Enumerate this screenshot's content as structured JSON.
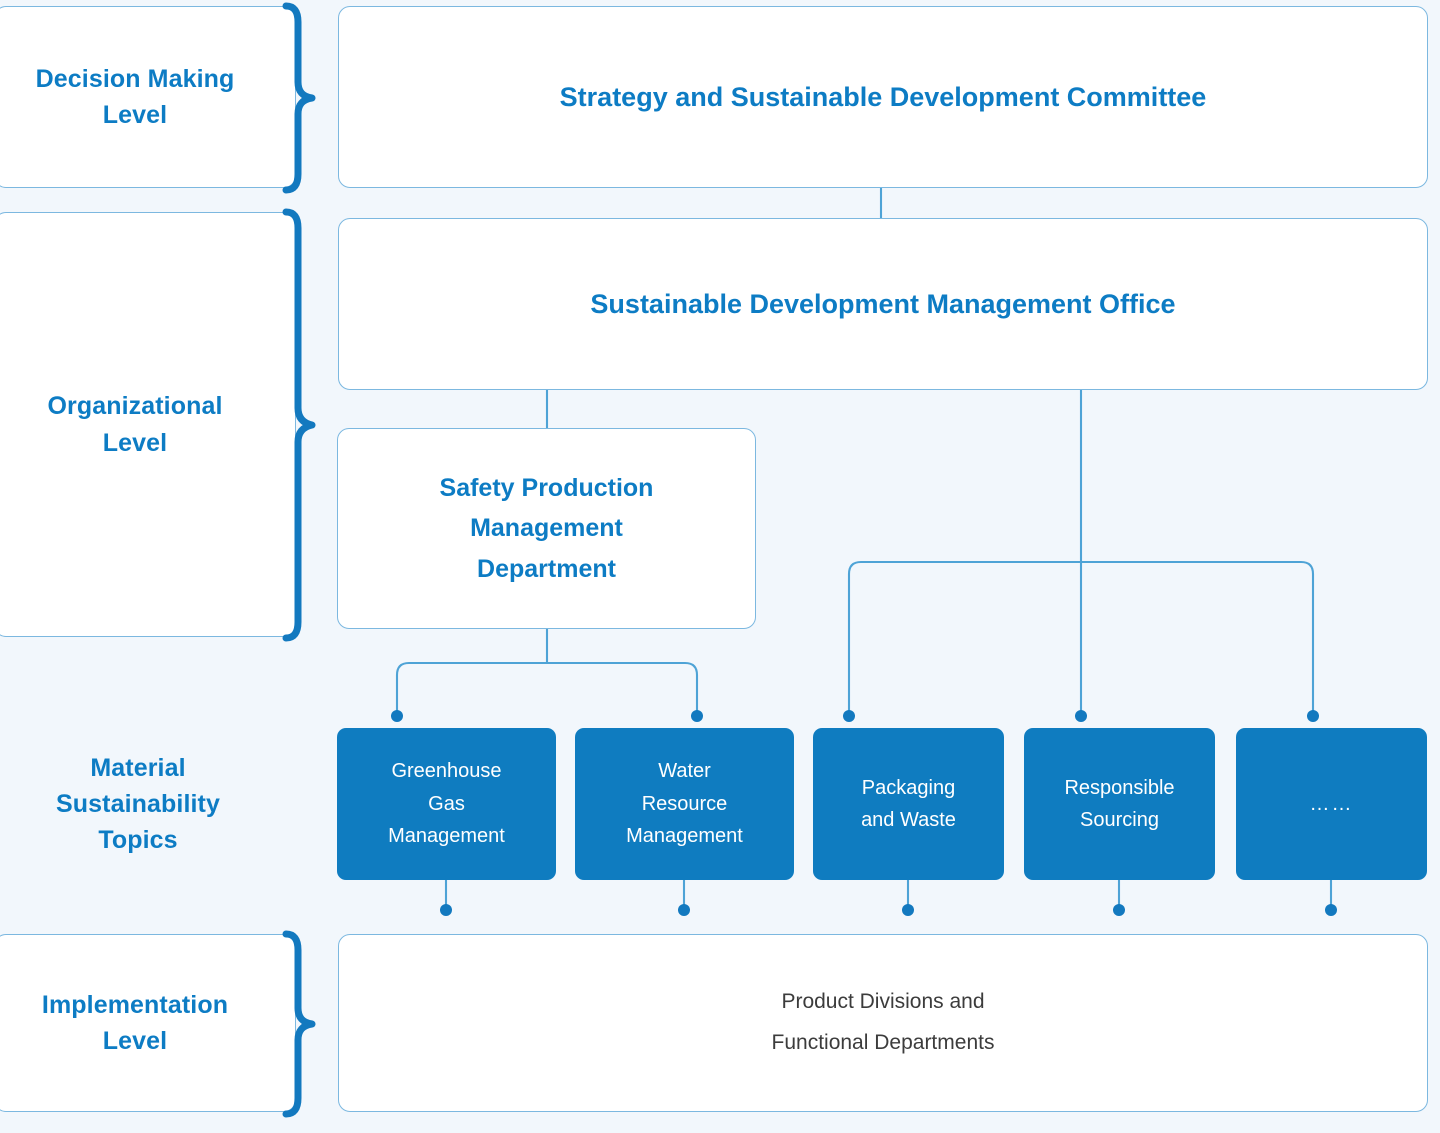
{
  "colors": {
    "background": "#f2f7fc",
    "accent_blue": "#0d7cc4",
    "chip_fill": "#0f7cc0",
    "line_blue": "#4ea3d6",
    "box_border": "#7cb8e0",
    "brace_blue": "#1379bf",
    "plain_text": "#3c3c3c"
  },
  "levels": [
    {
      "id": "decision",
      "label": "Decision Making\nLevel",
      "line1": "Decision Making",
      "line2": "Level",
      "line3": ""
    },
    {
      "id": "organizational",
      "label": "Organizational\nLevel",
      "line1": "Organizational",
      "line2": "Level",
      "line3": ""
    },
    {
      "id": "material",
      "label": "Material Sustainability Topics",
      "line1": "Material",
      "line2": "Sustainability",
      "line3": "Topics"
    },
    {
      "id": "implementation",
      "label": "Implementation\nLevel",
      "line1": "Implementation",
      "line2": "Level",
      "line3": ""
    }
  ],
  "nodes": {
    "committee": "Strategy and Sustainable Development Committee",
    "office": "Sustainable Development Management Office",
    "safety": {
      "line1": "Safety Production",
      "line2": "Management",
      "line3": "Department"
    },
    "implementation": {
      "line1": "Product Divisions and",
      "line2": "Functional Departments"
    }
  },
  "topics": [
    {
      "id": "ghg",
      "line1": "Greenhouse",
      "line2": "Gas",
      "line3": "Management",
      "parent": "safety"
    },
    {
      "id": "water",
      "line1": "Water",
      "line2": "Resource",
      "line3": "Management",
      "parent": "safety"
    },
    {
      "id": "packaging",
      "line1": "Packaging",
      "line2": "and Waste",
      "line3": "",
      "parent": "office"
    },
    {
      "id": "sourcing",
      "line1": "Responsible",
      "line2": "Sourcing",
      "line3": "",
      "parent": "office"
    },
    {
      "id": "more",
      "line1": "……",
      "line2": "",
      "line3": "",
      "parent": "office"
    }
  ]
}
